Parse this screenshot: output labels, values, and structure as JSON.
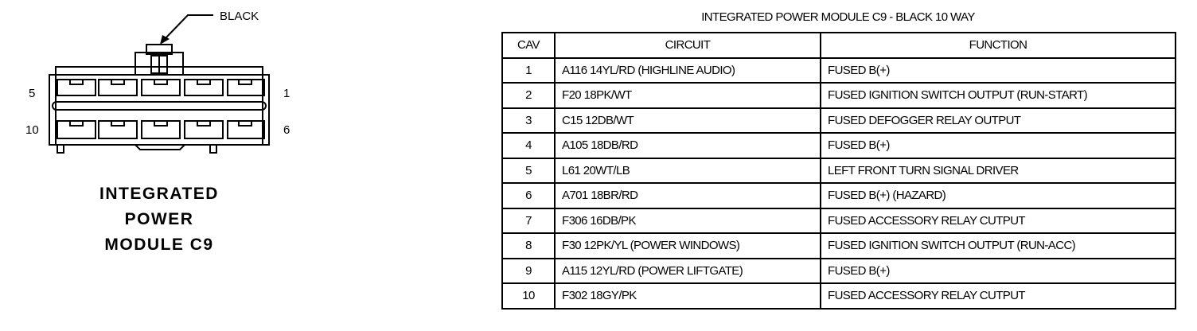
{
  "connector": {
    "color_callout": "BLACK",
    "pin_labels": {
      "top_left": "5",
      "top_right": "1",
      "bottom_left": "10",
      "bottom_right": "6"
    },
    "caption_lines": [
      "INTEGRATED",
      "POWER",
      "MODULE C9"
    ]
  },
  "table": {
    "title": "INTEGRATED POWER MODULE C9 - BLACK 10 WAY",
    "headers": {
      "cav": "CAV",
      "circuit": "CIRCUIT",
      "function": "FUNCTION"
    },
    "rows": [
      {
        "cav": "1",
        "circuit": "A116 14YL/RD (HIGHLINE AUDIO)",
        "function": "FUSED B(+)"
      },
      {
        "cav": "2",
        "circuit": "F20 18PK/WT",
        "function": "FUSED IGNITION SWITCH OUTPUT (RUN-START)"
      },
      {
        "cav": "3",
        "circuit": "C15 12DB/WT",
        "function": "FUSED DEFOGGER RELAY OUTPUT"
      },
      {
        "cav": "4",
        "circuit": "A105 18DB/RD",
        "function": "FUSED B(+)"
      },
      {
        "cav": "5",
        "circuit": "L61 20WT/LB",
        "function": "LEFT FRONT TURN SIGNAL DRIVER"
      },
      {
        "cav": "6",
        "circuit": "A701 18BR/RD",
        "function": "FUSED B(+) (HAZARD)"
      },
      {
        "cav": "7",
        "circuit": "F306 16DB/PK",
        "function": "FUSED ACCESSORY RELAY CUTPUT"
      },
      {
        "cav": "8",
        "circuit": "F30 12PK/YL (POWER WINDOWS)",
        "function": "FUSED IGNITION SWITCH OUTPUT (RUN-ACC)"
      },
      {
        "cav": "9",
        "circuit": "A115 12YL/RD (POWER LIFTGATE)",
        "function": "FUSED B(+)"
      },
      {
        "cav": "10",
        "circuit": "F302 18GY/PK",
        "function": "FUSED ACCESSORY RELAY CUTPUT"
      }
    ]
  }
}
